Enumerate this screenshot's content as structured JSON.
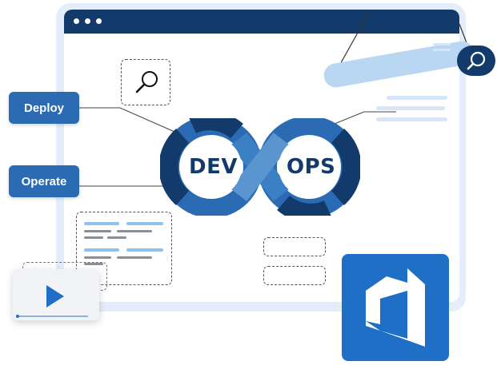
{
  "buttons": {
    "deploy_label": "Deploy",
    "operate_label": "Operate"
  },
  "logo": {
    "left_text": "DEV",
    "right_text": "OPS"
  },
  "colors": {
    "navy": "#123a6b",
    "accent_blue": "#2a6bb3",
    "azure_blue": "#1f6fc6",
    "light_frame": "#e3eefa"
  },
  "icons": {
    "search_box": "search-icon",
    "search_bar": "search-icon",
    "player": "play-icon",
    "tile": "azure-devops-icon"
  }
}
